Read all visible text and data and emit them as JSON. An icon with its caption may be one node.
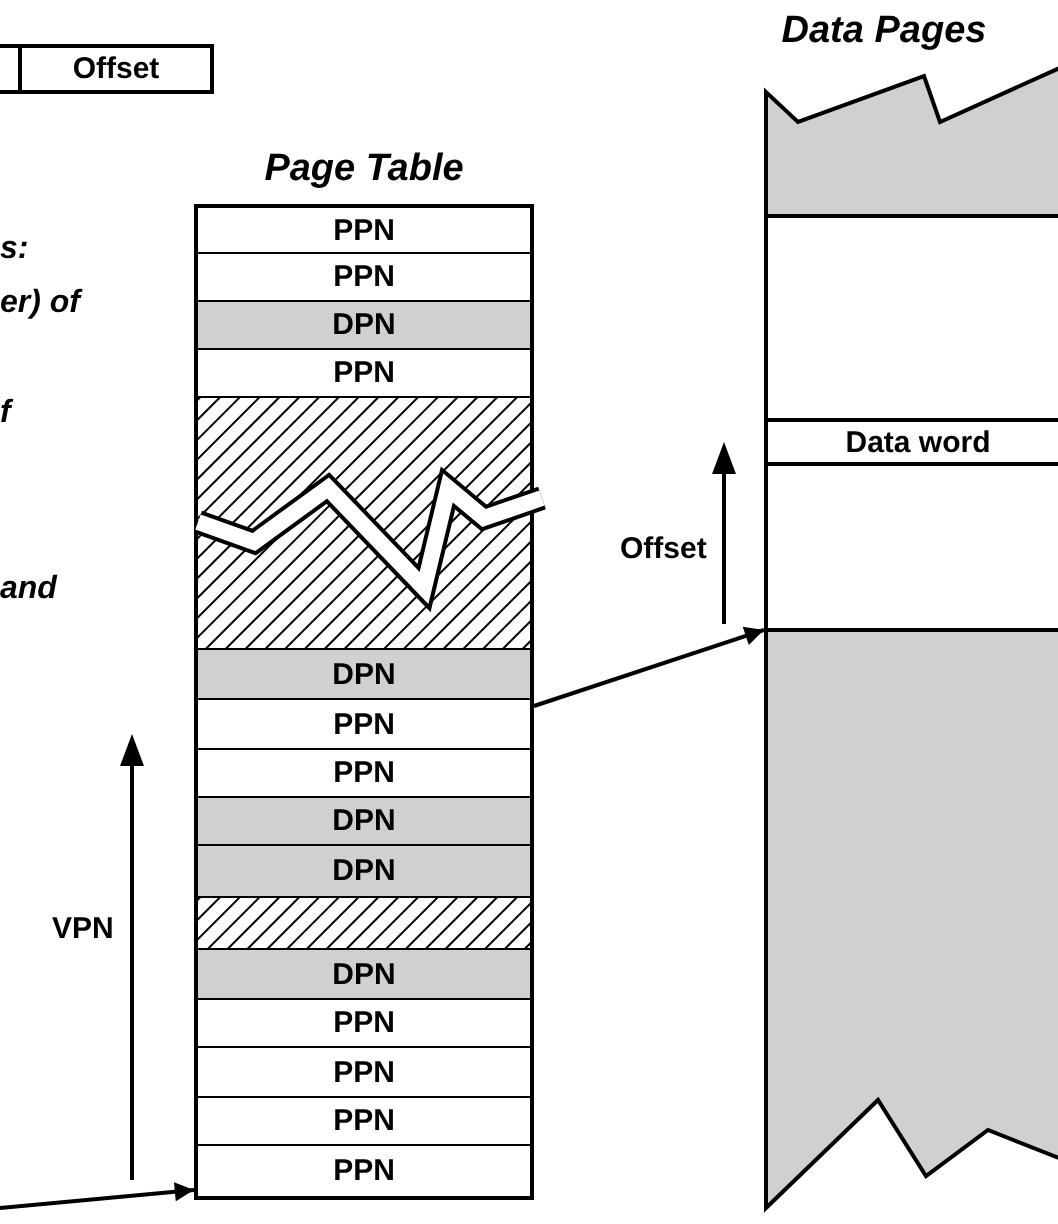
{
  "diagram": {
    "nodes": [
      {
        "text": [],
        "shape": "box"
      },
      {
        "text": [
          "Offset"
        ]
      },
      {
        "text": [
          "Page Table"
        ]
      },
      {
        "text": [
          "PPN"
        ],
        "in": 2
      },
      {
        "text": [
          "PPN"
        ],
        "in": 2
      },
      {
        "text": [
          "DPN"
        ],
        "in": 2
      },
      {
        "text": [
          "PPN"
        ],
        "in": 2
      },
      {
        "text": [],
        "shape": "box",
        "in": 2
      },
      {
        "text": [
          "DPN"
        ],
        "in": 2
      },
      {
        "text": [
          "PPN"
        ],
        "in": 2
      },
      {
        "text": [
          "PPN"
        ],
        "in": 2
      },
      {
        "text": [
          "DPN"
        ],
        "in": 2
      },
      {
        "text": [
          "DPN"
        ],
        "in": 2
      },
      {
        "text": [],
        "shape": "box",
        "in": 2
      },
      {
        "text": [
          "DPN"
        ],
        "in": 2
      },
      {
        "text": [
          "PPN"
        ],
        "in": 2
      },
      {
        "text": [
          "PPN"
        ],
        "in": 2
      },
      {
        "text": [
          "PPN"
        ],
        "in": 2
      },
      {
        "text": [
          "PPN"
        ],
        "in": 2
      },
      {
        "text": [
          "Data Pages"
        ]
      },
      {
        "text": [],
        "shape": "box",
        "in": 19
      },
      {
        "text": [],
        "shape": "box",
        "in": 19
      },
      {
        "text": [
          "Data word"
        ],
        "in": 21
      },
      {
        "text": [],
        "shape": "box",
        "in": 19
      },
      {
        "text": [],
        "shape": "box",
        "in": 19
      }
    ],
    "edges": [
      {
        "from": null,
        "to": 18,
        "arrow": "to"
      },
      {
        "from": 9,
        "to": 21,
        "arrow": "to"
      }
    ],
    "labels": [
      "s:",
      "er) of",
      "f",
      "and",
      "VPN",
      "Offset"
    ]
  }
}
